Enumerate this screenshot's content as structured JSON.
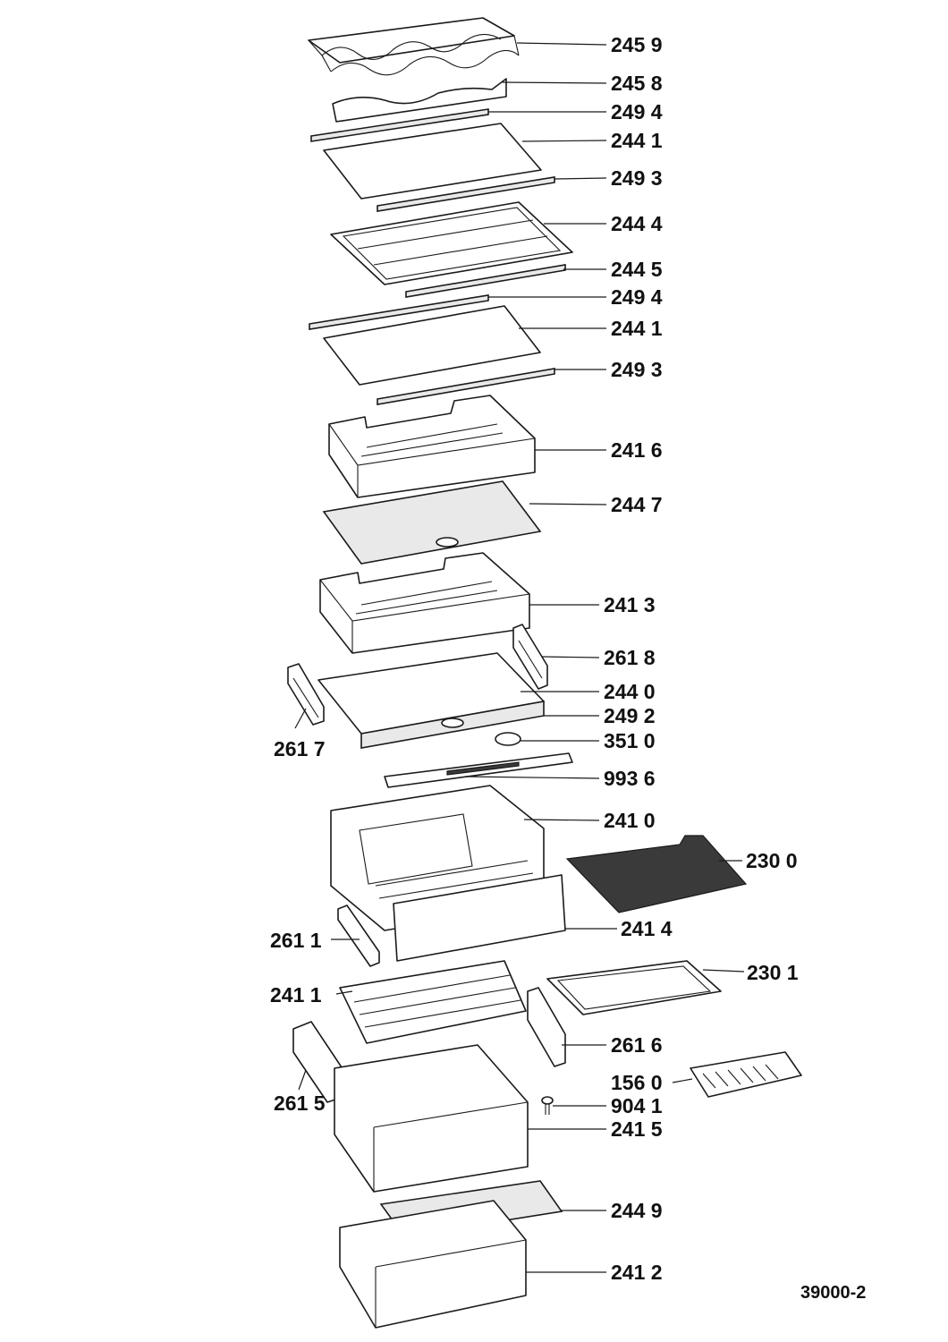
{
  "figure": {
    "reference": "39000-2"
  },
  "callouts": [
    {
      "id": "c01",
      "text": "245 9"
    },
    {
      "id": "c02",
      "text": "245 8"
    },
    {
      "id": "c03",
      "text": "249 4"
    },
    {
      "id": "c04",
      "text": "244 1"
    },
    {
      "id": "c05",
      "text": "249 3"
    },
    {
      "id": "c06",
      "text": "244 4"
    },
    {
      "id": "c07",
      "text": "244 5"
    },
    {
      "id": "c08",
      "text": "249 4"
    },
    {
      "id": "c09",
      "text": "244 1"
    },
    {
      "id": "c10",
      "text": "249 3"
    },
    {
      "id": "c11",
      "text": "241 6"
    },
    {
      "id": "c12",
      "text": "244 7"
    },
    {
      "id": "c13",
      "text": "241 3"
    },
    {
      "id": "c14",
      "text": "261 8"
    },
    {
      "id": "c15",
      "text": "244 0"
    },
    {
      "id": "c16",
      "text": "249 2"
    },
    {
      "id": "c17",
      "text": "261 7"
    },
    {
      "id": "c18",
      "text": "351 0"
    },
    {
      "id": "c19",
      "text": "993 6"
    },
    {
      "id": "c20",
      "text": "241 0"
    },
    {
      "id": "c21",
      "text": "230 0"
    },
    {
      "id": "c22",
      "text": "261 1"
    },
    {
      "id": "c23",
      "text": "241 4"
    },
    {
      "id": "c24",
      "text": "241 1"
    },
    {
      "id": "c25",
      "text": "230 1"
    },
    {
      "id": "c26",
      "text": "261 6"
    },
    {
      "id": "c27",
      "text": "156 0"
    },
    {
      "id": "c28",
      "text": "904 1"
    },
    {
      "id": "c29",
      "text": "261 5"
    },
    {
      "id": "c30",
      "text": "241 5"
    },
    {
      "id": "c31",
      "text": "244 9"
    },
    {
      "id": "c32",
      "text": "241 2"
    }
  ]
}
